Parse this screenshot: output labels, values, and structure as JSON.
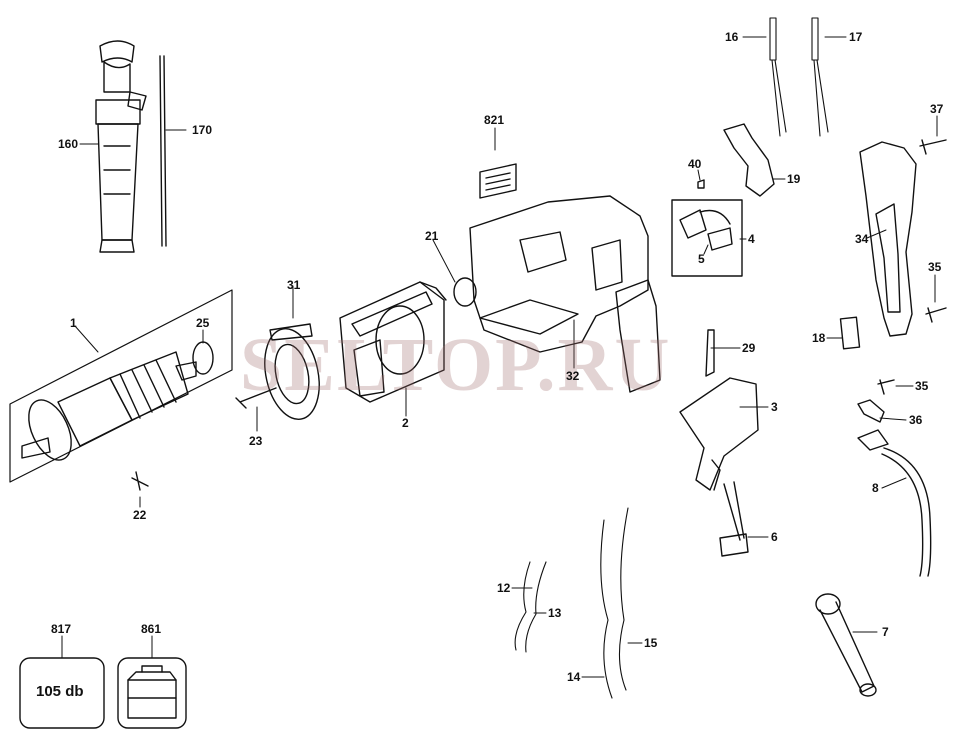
{
  "watermark": "SELTOP.RU",
  "box_text": {
    "decibel": "105 db"
  },
  "labels": {
    "p160": "160",
    "p170": "170",
    "p1": "1",
    "p25": "25",
    "p22": "22",
    "p31": "31",
    "p23": "23",
    "p2": "2",
    "p21": "21",
    "p821": "821",
    "p32": "32",
    "p29": "29",
    "p3": "3",
    "p6": "6",
    "p12": "12",
    "p13": "13",
    "p14": "14",
    "p15": "15",
    "p16": "16",
    "p17": "17",
    "p40": "40",
    "p19": "19",
    "p4": "4",
    "p5": "5",
    "p37": "37",
    "p34": "34",
    "p35a": "35",
    "p18": "18",
    "p35b": "35",
    "p36": "36",
    "p8": "8",
    "p7": "7",
    "p817": "817",
    "p861": "861"
  }
}
